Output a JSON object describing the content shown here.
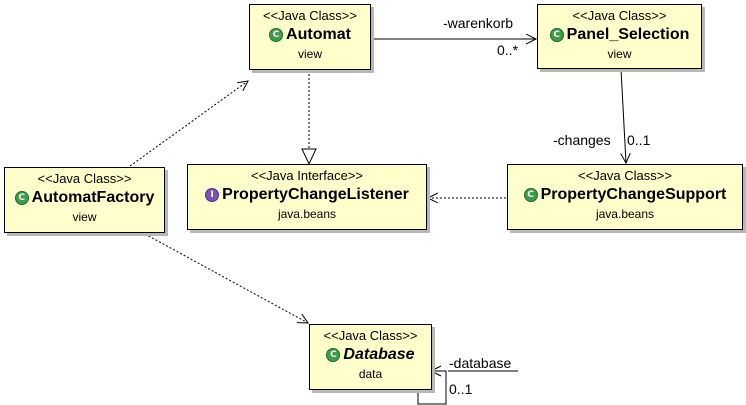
{
  "classes": {
    "automat": {
      "stereotype": "<<Java Class>>",
      "name": "Automat",
      "package": "view",
      "icon": "class-icon",
      "abstract": false
    },
    "panel_selection": {
      "stereotype": "<<Java Class>>",
      "name": "Panel_Selection",
      "package": "view",
      "icon": "class-icon",
      "abstract": false
    },
    "property_change_listener": {
      "stereotype": "<<Java Interface>>",
      "name": "PropertyChangeListener",
      "package": "java.beans",
      "icon": "interface-icon",
      "abstract": false
    },
    "property_change_support": {
      "stereotype": "<<Java Class>>",
      "name": "PropertyChangeSupport",
      "package": "java.beans",
      "icon": "class-icon",
      "abstract": false
    },
    "automat_factory": {
      "stereotype": "<<Java Class>>",
      "name": "AutomatFactory",
      "package": "view",
      "icon": "class-icon",
      "abstract": false
    },
    "database": {
      "stereotype": "<<Java Class>>",
      "name": "Database",
      "package": "data",
      "icon": "abstract-class-icon",
      "abstract": true
    }
  },
  "icons": {
    "class_glyph": "C",
    "interface_glyph": "I"
  },
  "colors": {
    "box_fill": "#ffffcc",
    "box_border": "#000000",
    "class_icon": "#3c9d4a",
    "interface_icon": "#7a52b3"
  },
  "associations": [
    {
      "from": "Automat",
      "to": "Panel_Selection",
      "role": "-warenkorb",
      "multiplicity": "0..*"
    },
    {
      "from": "Panel_Selection",
      "to": "PropertyChangeSupport",
      "role": "-changes",
      "multiplicity": "0..1"
    },
    {
      "from": "Database",
      "to": "Database",
      "role": "-database",
      "multiplicity": "0..1"
    }
  ],
  "dependencies": [
    {
      "from": "AutomatFactory",
      "to": "Automat"
    },
    {
      "from": "AutomatFactory",
      "to": "Database"
    },
    {
      "from": "PropertyChangeSupport",
      "to": "PropertyChangeListener"
    }
  ],
  "realizations": [
    {
      "from": "Automat",
      "to": "PropertyChangeListener"
    }
  ],
  "labels": {
    "warenkorb_role": "-warenkorb",
    "warenkorb_mult": "0..*",
    "changes_role": "-changes",
    "changes_mult": "0..1",
    "database_role": "-database",
    "database_mult": "0..1"
  }
}
